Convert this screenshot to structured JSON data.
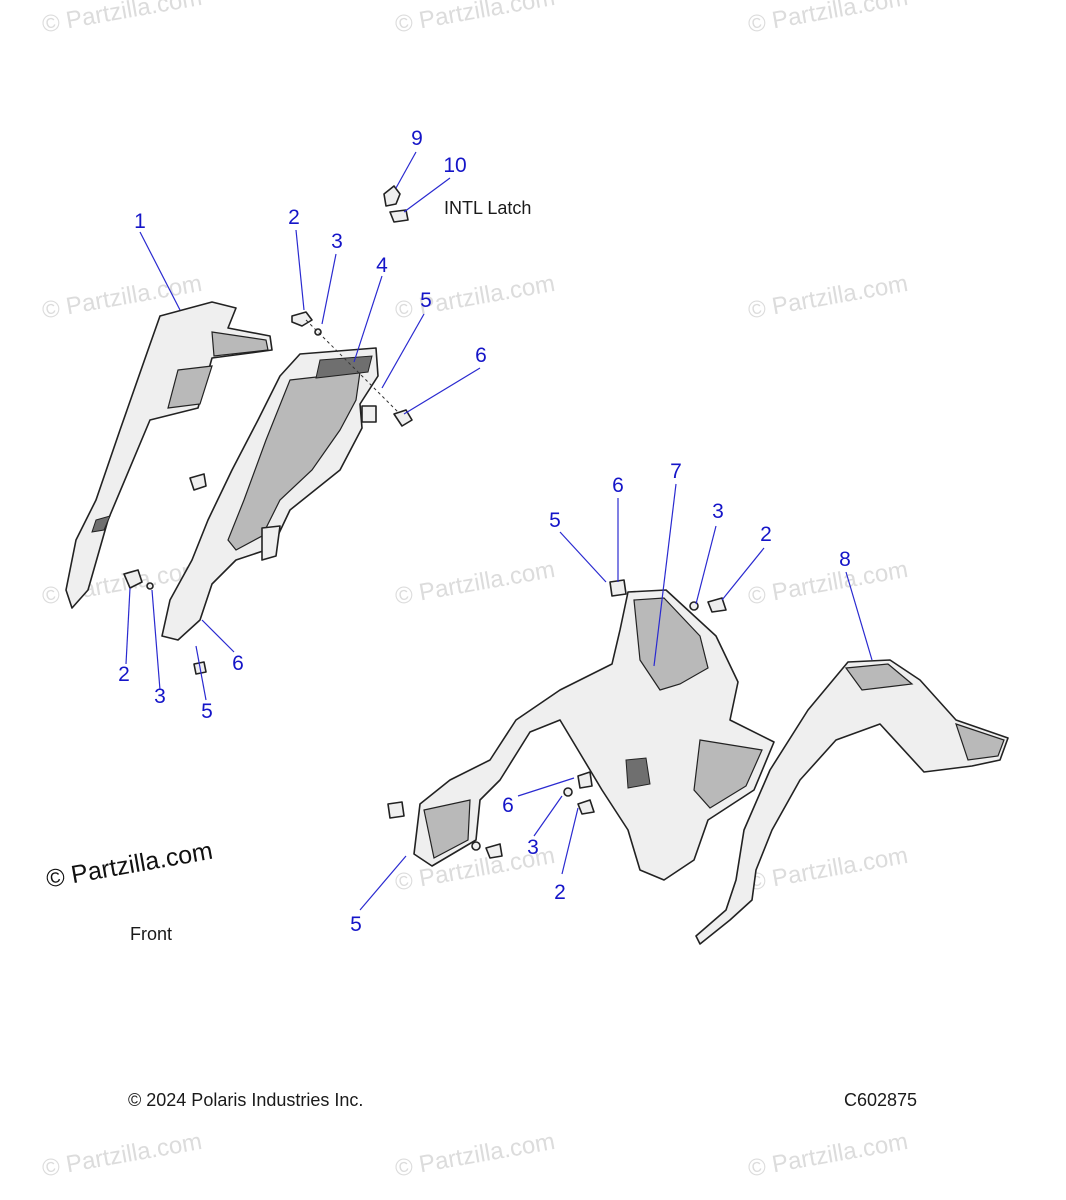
{
  "diagram": {
    "labels": {
      "intl_latch": "INTL Latch",
      "front": "Front",
      "copyright": "© 2024 Polaris Industries Inc.",
      "diagram_code": "C602875",
      "brand": "© Partzilla.com",
      "watermark": "© Partzilla.com"
    },
    "callouts": [
      {
        "id": "c1",
        "number": "1"
      },
      {
        "id": "c2a",
        "number": "2"
      },
      {
        "id": "c3a",
        "number": "3"
      },
      {
        "id": "c4",
        "number": "4"
      },
      {
        "id": "c5a",
        "number": "5"
      },
      {
        "id": "c6a",
        "number": "6"
      },
      {
        "id": "c9",
        "number": "9"
      },
      {
        "id": "c10",
        "number": "10"
      },
      {
        "id": "c2b",
        "number": "2"
      },
      {
        "id": "c3b",
        "number": "3"
      },
      {
        "id": "c5b",
        "number": "5"
      },
      {
        "id": "c6b",
        "number": "6"
      },
      {
        "id": "c5c",
        "number": "5"
      },
      {
        "id": "c6c",
        "number": "6"
      },
      {
        "id": "c7",
        "number": "7"
      },
      {
        "id": "c3c",
        "number": "3"
      },
      {
        "id": "c2c",
        "number": "2"
      },
      {
        "id": "c8",
        "number": "8"
      },
      {
        "id": "c6d",
        "number": "6"
      },
      {
        "id": "c3d",
        "number": "3"
      },
      {
        "id": "c2d",
        "number": "2"
      },
      {
        "id": "c5d",
        "number": "5"
      }
    ],
    "colors": {
      "callout": "#1515c8",
      "line": "#222222",
      "watermark": "#dcdcdc"
    }
  }
}
